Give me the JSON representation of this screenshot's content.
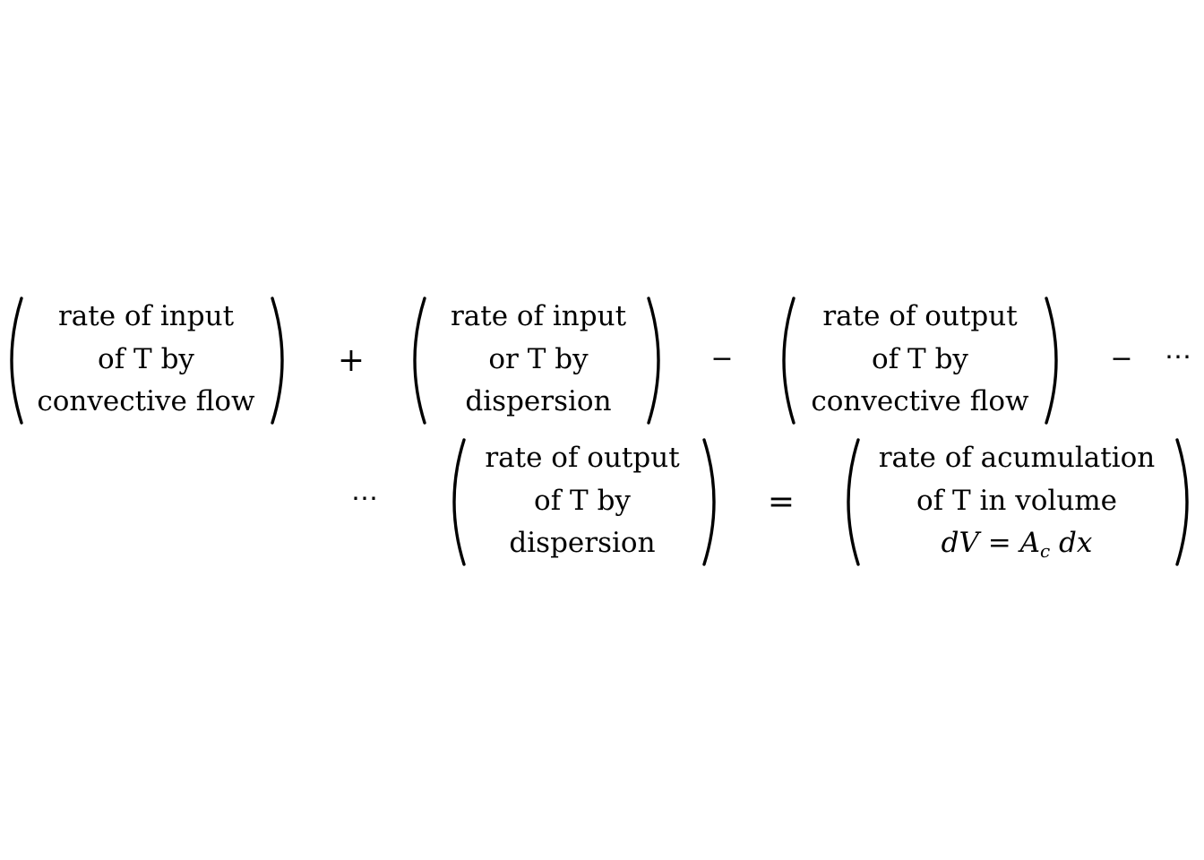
{
  "row1": {
    "term1": {
      "line1": "rate of input",
      "line2": "of T by",
      "line3": "convective flow"
    },
    "op1": "+",
    "term2": {
      "line1": "rate of input",
      "line2": "or T by",
      "line3": "dispersion"
    },
    "op2": "−",
    "term3": {
      "line1": "rate of output",
      "line2": "of T by",
      "line3": "convective flow"
    },
    "op3": "−",
    "continuation": "⋯"
  },
  "row2": {
    "continuation": "⋯",
    "term4": {
      "line1": "rate of output",
      "line2": "of T by",
      "line3": "dispersion"
    },
    "equals": "=",
    "term5": {
      "line1": "rate of acumulation",
      "line2": "of T in volume",
      "math": {
        "dV": "dV",
        "eq": "=",
        "A": "A",
        "sub": "c",
        "dx": "dx"
      }
    }
  }
}
